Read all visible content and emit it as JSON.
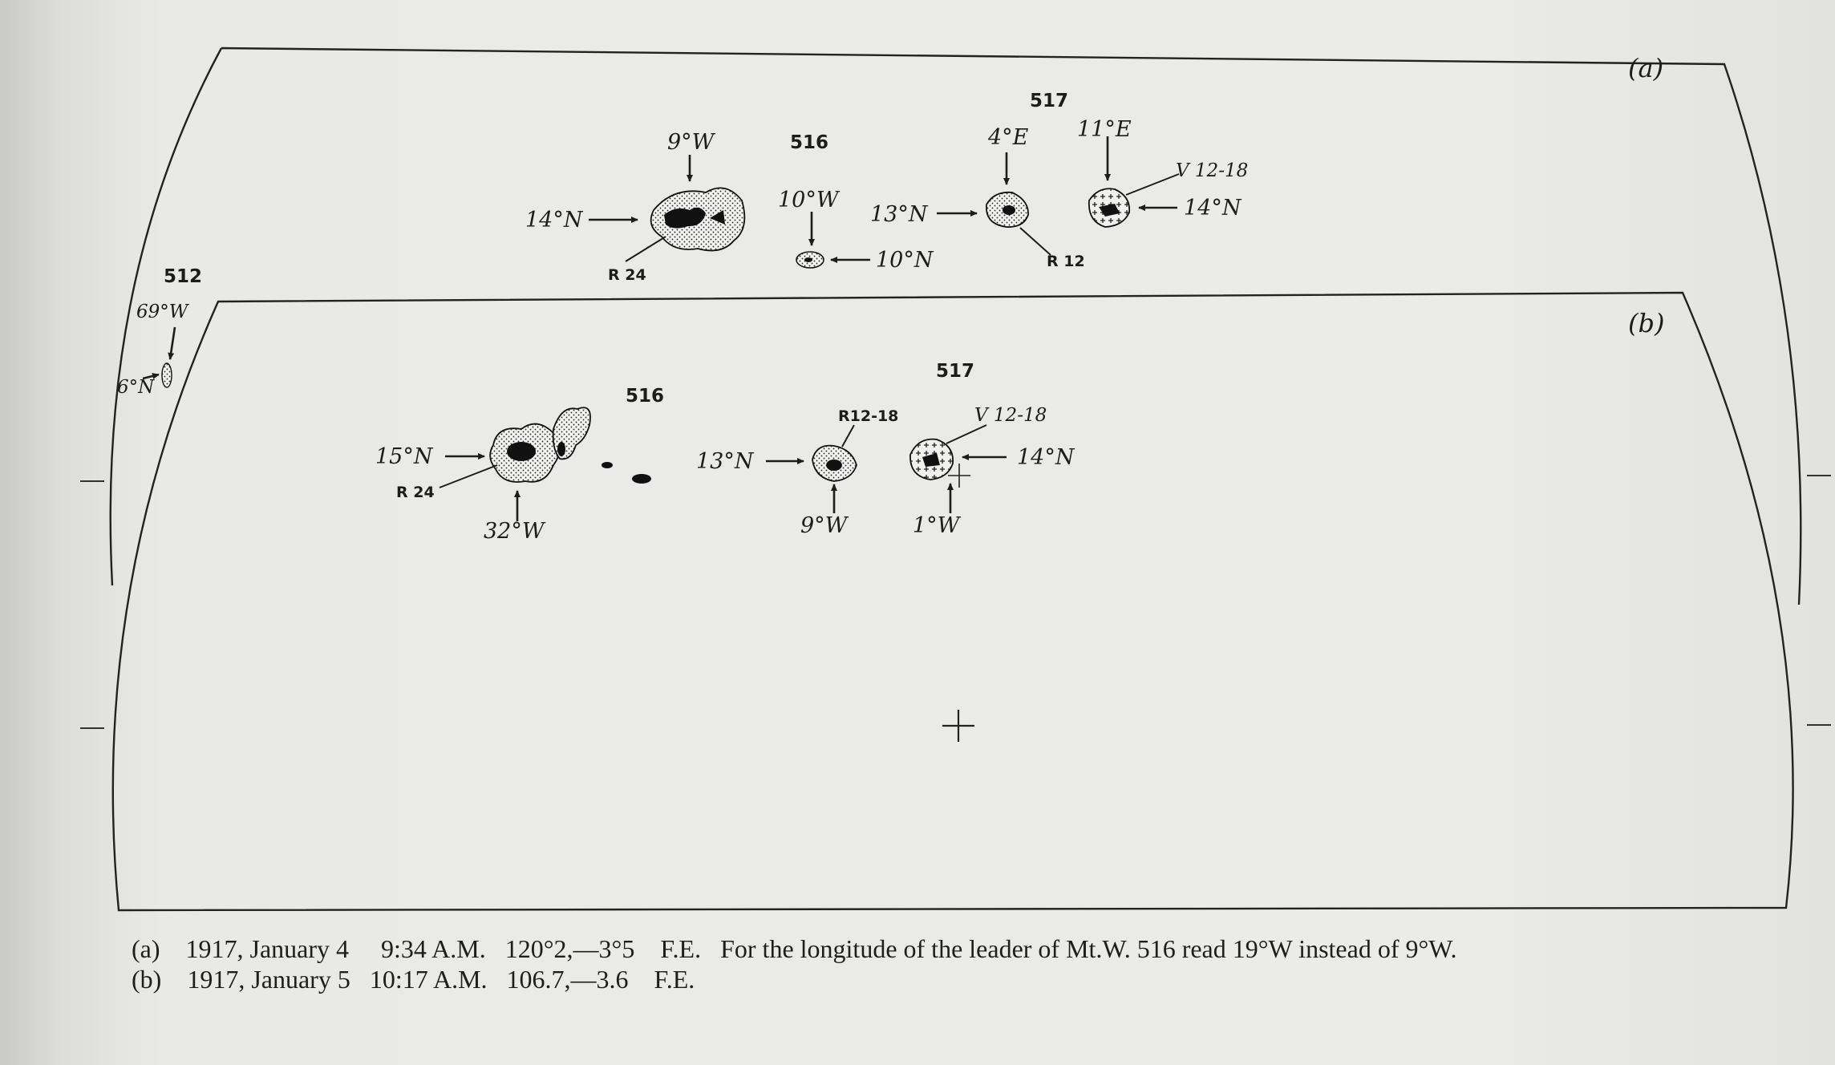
{
  "panels": [
    {
      "id": "a",
      "label": "(a)"
    },
    {
      "id": "b",
      "label": "(b)"
    }
  ],
  "groups_a": {
    "g516": "516",
    "g517": "517",
    "g512": "512"
  },
  "groups_b": {
    "g516": "516",
    "g517": "517"
  },
  "labels_a": {
    "lon_9w": "9°W",
    "lat_14n_left": "14°N",
    "r24": "R 24",
    "lon_10w": "10°W",
    "lat_10n": "10°N",
    "lat_13n": "13°N",
    "lon_4e": "4°E",
    "r12": "R 12",
    "lon_11e": "11°E",
    "v12_18": "V 12-18",
    "lat_14n_right": "14°N",
    "lon_69w": "69°W",
    "lat_6n": "6°N"
  },
  "labels_b": {
    "lat_15n": "15°N",
    "r24": "R 24",
    "lon_32w": "32°W",
    "lat_13n": "13°N",
    "r12_18": "R12-18",
    "lon_9w": "9°W",
    "v12_18": "V 12-18",
    "lat_14n": "14°N",
    "lon_1w": "1°W"
  },
  "caption": {
    "line_a": "(a)    1917, January 4     9:34 A.M.   120°2,—3°5    F.E.   For the longitude of the leader of Mt.W. 516 read 19°W instead of 9°W.",
    "line_b": "(b)    1917, January 5   10:17 A.M.   106.7,—3.6    F.E."
  }
}
